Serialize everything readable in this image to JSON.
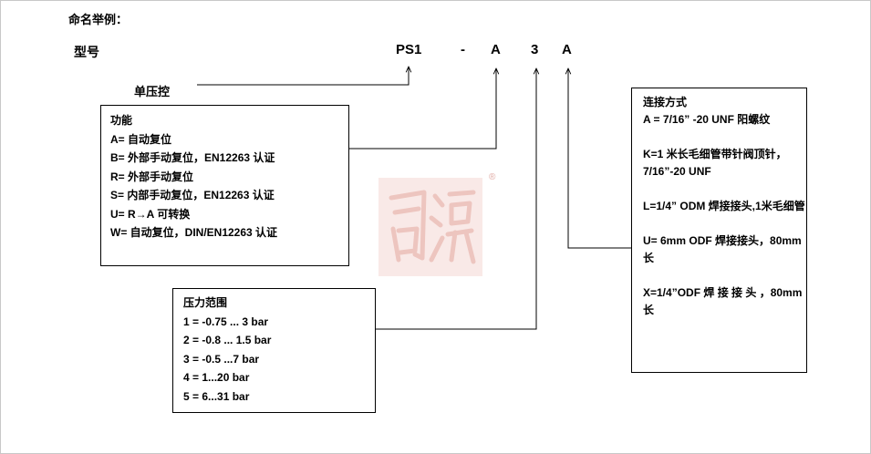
{
  "heading": "命名举例：",
  "model_label": "型号",
  "model_code": {
    "series": "PS1",
    "dash": "-",
    "function_letter": "A",
    "pressure_digit": "3",
    "connection_letter": "A"
  },
  "single_control_label": "单压控",
  "function_box": {
    "title": "功能",
    "items": [
      "A= 自动复位",
      "B= 外部手动复位，EN12263 认证",
      "R= 外部手动复位",
      "S= 内部手动复位，EN12263 认证",
      "U= R→A 可转换",
      "W= 自动复位，DIN/EN12263 认证"
    ]
  },
  "pressure_box": {
    "title": "压力范围",
    "items": [
      "1 = -0.75 ... 3 bar",
      "2 = -0.8 ... 1.5 bar",
      "3 = -0.5 ...7 bar",
      "4 = 1...20 bar",
      "5 = 6...31 bar"
    ]
  },
  "connection_box": {
    "title": "连接方式",
    "items": [
      "A = 7/16” -20 UNF 阳螺纹",
      "K=1  米长毛细管带针阀顶针，7/16”-20 UNF",
      "L=1/4”  ODM  焊接接头,1米毛细管",
      "U= 6mm ODF 焊接接头，80mm 长",
      "X=1/4”ODF  焊 接 接 头 ，80mm 长"
    ]
  },
  "watermark": {
    "registered_mark": "®",
    "color": "#e8b5ad"
  },
  "colors": {
    "line": "#000000",
    "frame": "#c8c8c8"
  }
}
